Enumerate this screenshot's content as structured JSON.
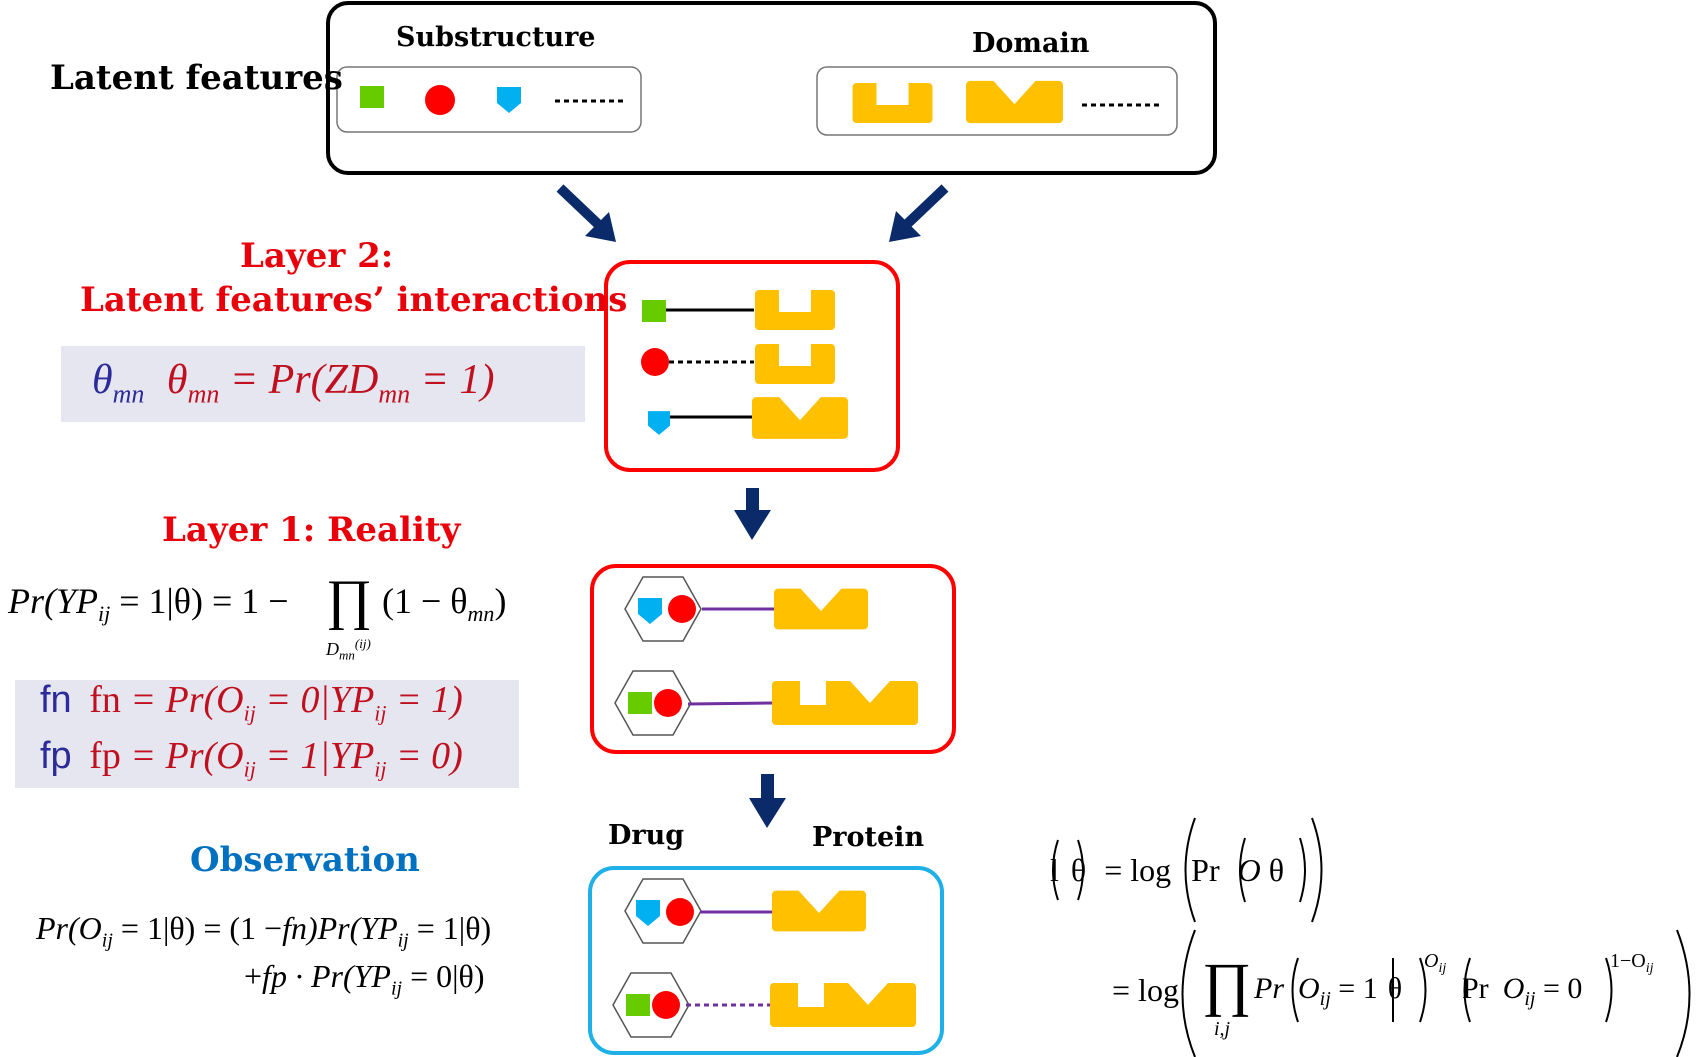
{
  "latent": {
    "title": "Latent features",
    "substructure_label": "Substructure",
    "domain_label": "Domain"
  },
  "layer2": {
    "title_line1": "Layer 2:",
    "title_line2": "Latent features’ interactions",
    "theta_symbol": "θ",
    "theta_sub": "mn",
    "theta_def": "θ",
    "theta_def_sub": "mn",
    "theta_def_rhs": " = Pr(ZD",
    "theta_def_rhs_sub": "mn",
    "theta_def_tail": " = 1)"
  },
  "layer1": {
    "title": "Layer 1: Reality",
    "eq_lhs": "Pr(YP",
    "eq_lhs_sub": "ij",
    "eq_mid": " = 1|θ) = 1 − ",
    "eq_prod": "∏",
    "eq_prod_sub": "D",
    "eq_prod_sub_sub": "mn",
    "eq_prod_sup": "(ij)",
    "eq_rhs": "(1 − θ",
    "eq_rhs_sub": "mn",
    "eq_rhs_tail": ")",
    "fn_symbol": "fn",
    "fn_def_head": "fn",
    "fn_def": " = Pr(O",
    "fn_def_sub": "ij",
    "fn_def_mid": " = 0|YP",
    "fn_def_sub2": "ij",
    "fn_def_tail": " = 1)",
    "fp_symbol": "fp",
    "fp_def_head": "fp",
    "fp_def": " = Pr(O",
    "fp_def_sub": "ij",
    "fp_def_mid": " = 1|YP",
    "fp_def_sub2": "ij",
    "fp_def_tail": " = 0)"
  },
  "observation": {
    "title": "Observation",
    "eq1_a": "Pr(O",
    "eq1_sub": "ij",
    "eq1_b": " = 1|θ) = (1 −",
    "eq1_fn": "fn",
    "eq1_c": ")Pr(YP",
    "eq1_sub2": "ij",
    "eq1_d": " = 1|θ)",
    "eq2_a": "+",
    "eq2_fp": "fp",
    "eq2_b": " · Pr(YP",
    "eq2_sub": "ij",
    "eq2_c": " = 0|θ)"
  },
  "column": {
    "drug_label": "Drug",
    "protein_label": "Protein"
  },
  "likelihood": {
    "l_lhs": "l",
    "l_theta": "θ",
    "l_eq": " = log",
    "l_pr": "Pr",
    "l_o": "O",
    "l_theta2": "θ",
    "l2_eq": "= log",
    "l2_prod": "∏",
    "l2_prod_sub": "i,j",
    "l2_pr": "Pr",
    "l2_o": "O",
    "l2_sub": "ij",
    "l2_eq1": " = 1",
    "l2_theta": "θ",
    "l2_sup": "O",
    "l2_sup_sub": "ij",
    "l2_pr2": "Pr",
    "l2_o2": "O",
    "l2_sub2": "ij",
    "l2_eq0": " = 0",
    "l2_sup2": "1−O",
    "l2_sup2_sub": "ij"
  },
  "colors": {
    "red_heading": "#e8000b",
    "blue_heading": "#0070c0",
    "red_math": "#c0101f",
    "theta_blue": "#2b2b9a",
    "gold": "#ffc000",
    "green": "#66cc00",
    "red_dot": "#ff0000",
    "cyan": "#00b0f0",
    "navy_arrow": "#0a2a6a",
    "purple_link": "#7030a0",
    "obs_box": "#1fb0e8",
    "layer_box": "#ff0000"
  }
}
